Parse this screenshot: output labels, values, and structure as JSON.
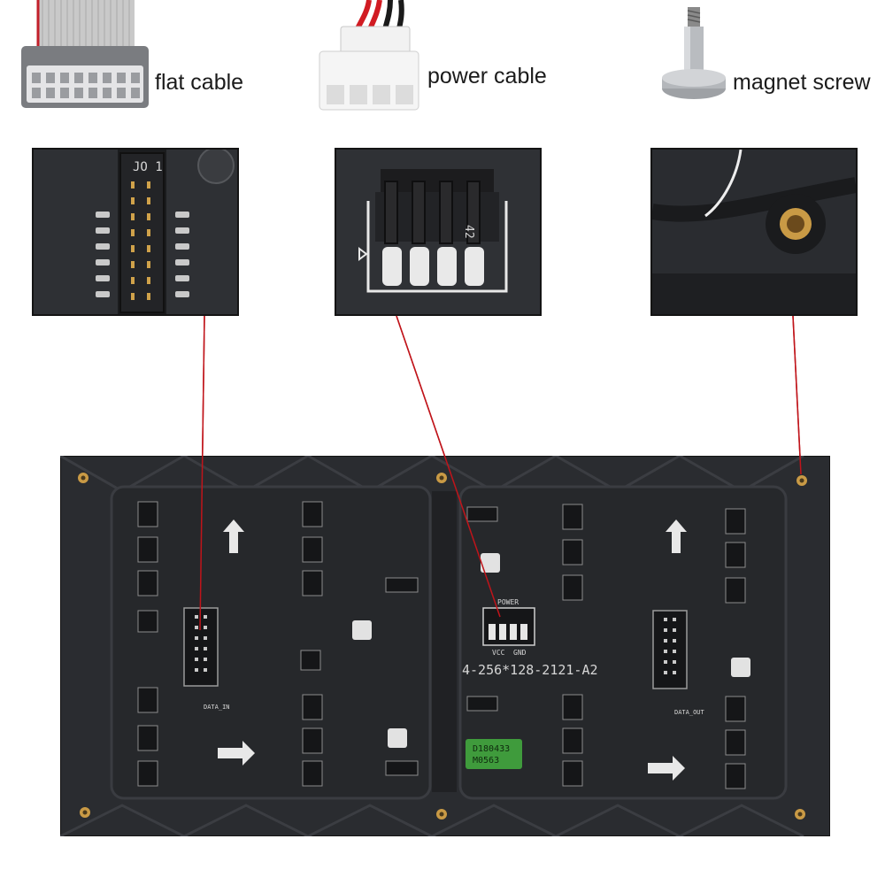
{
  "accessories": {
    "flat_cable": {
      "label": "flat cable",
      "icon": "ribbon-cable-connector-icon"
    },
    "power_cable": {
      "label": "power cable",
      "icon": "power-cable-connector-icon"
    },
    "magnet_screw": {
      "label": "magnet screw",
      "icon": "magnet-screw-icon"
    }
  },
  "details": {
    "header_label": "JO 1",
    "power_pin_label": "42"
  },
  "panel": {
    "model": "4-256*128-2121-A2",
    "power_label": "POWER",
    "vcc_label": "VCC",
    "gnd_label": "GND",
    "data_in_label": "DATA_IN",
    "data_out_label": "DATA_OUT",
    "batch_sticker": {
      "line1": "D180433",
      "line2": "M0563"
    },
    "sticker_color": "#3f9b3c",
    "leader_line_color": "#c0141a"
  }
}
